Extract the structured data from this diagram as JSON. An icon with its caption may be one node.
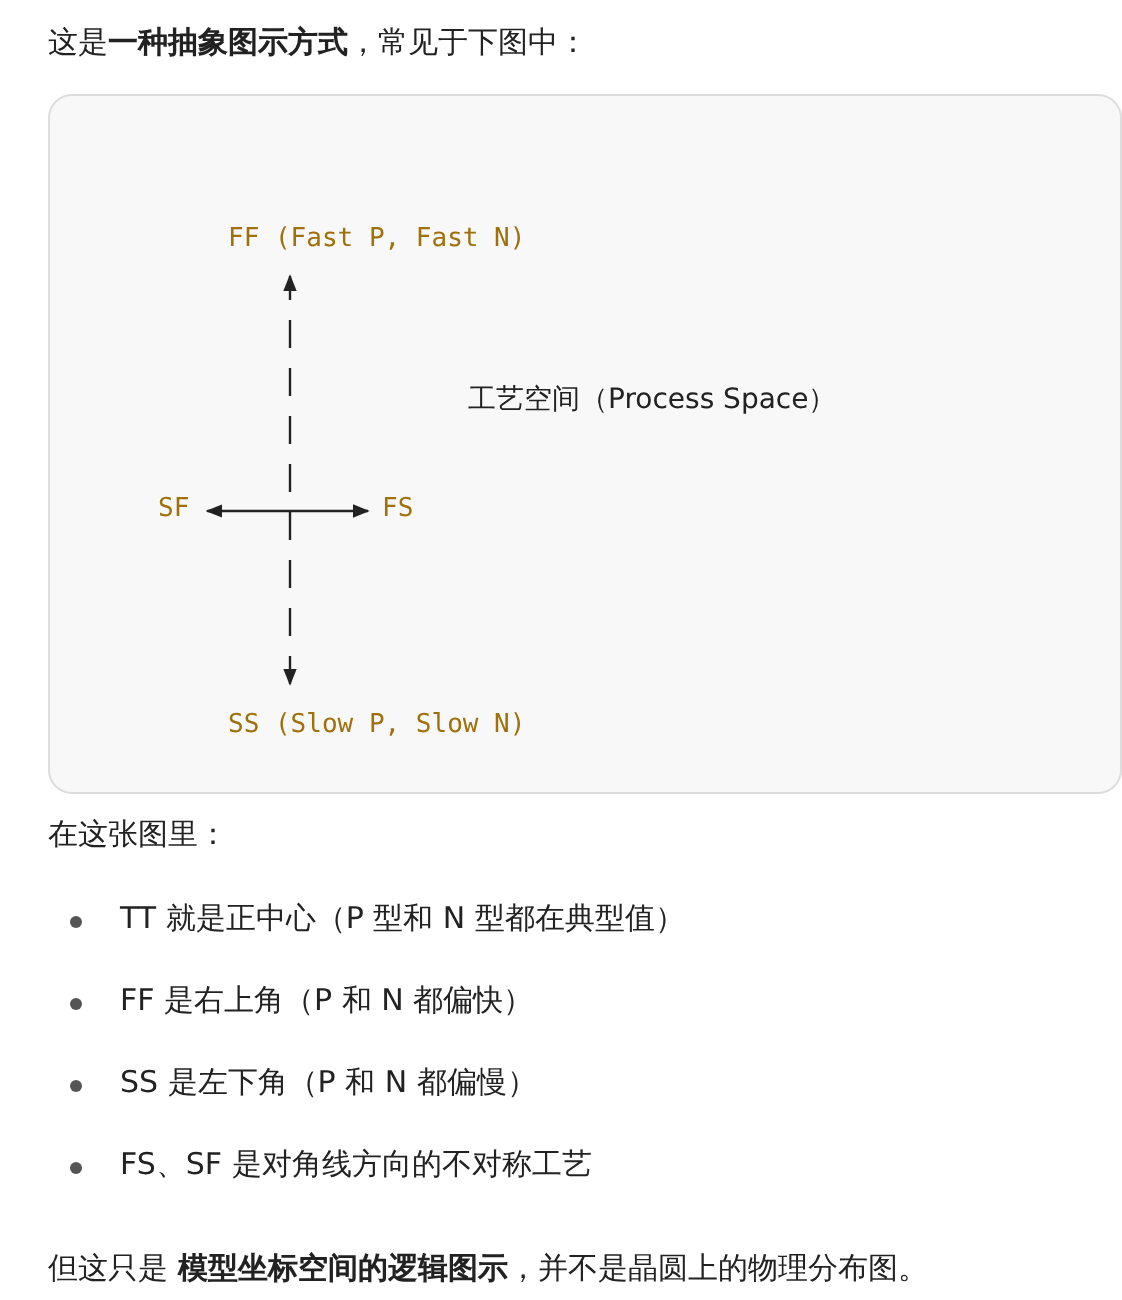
{
  "diagram": {
    "nodes": [
      {
        "text": [],
        "shape": "box"
      },
      {
        "text": [
          "FF (Fast P, Fast N)"
        ],
        "in": 0
      },
      {
        "text": [
          "SF"
        ],
        "in": 0
      },
      {
        "text": [
          "FS"
        ],
        "in": 0
      },
      {
        "text": [
          "SS (Slow P, Slow N)"
        ],
        "in": 0
      }
    ],
    "edges": [
      {
        "from": 4,
        "to": 1,
        "arrow": "both",
        "style": "dashed"
      },
      {
        "from": 2,
        "to": 3,
        "arrow": "both"
      }
    ],
    "labels": [
      "这是**一种抽象图示方式**，常见于下图中：",
      "工艺空间（Process Space）",
      "在这张图里：",
      "TT 就是正中心（P 型和 N 型都在典型值）",
      "FF 是右上角（P 和 N 都偏快）",
      "SS 是左下角（P 和 N 都偏慢）",
      "FS、SF 是对角线方向的不对称工艺",
      "但这只是 **模型坐标空间的逻辑图示**，并不是晶圆上的物理分布图。"
    ]
  }
}
